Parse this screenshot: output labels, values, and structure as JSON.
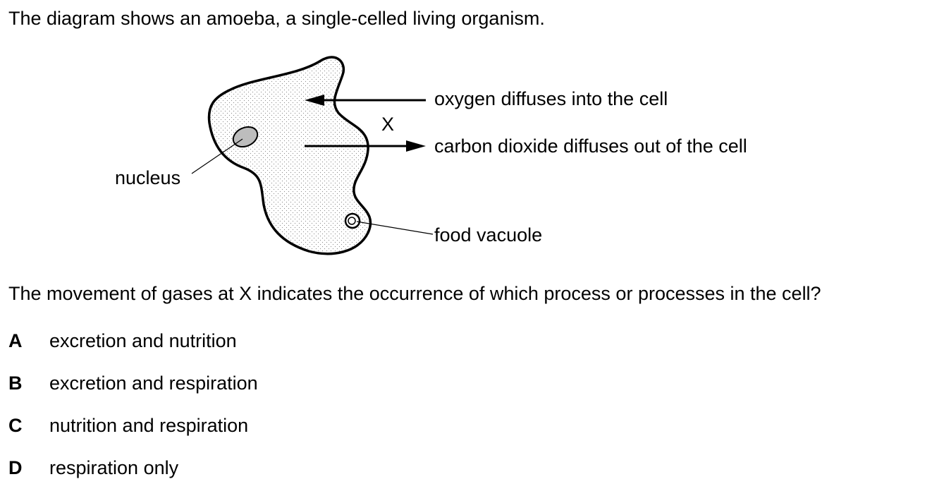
{
  "intro": "The diagram shows an amoeba, a single-celled living organism.",
  "diagram": {
    "labels": {
      "oxygen": "oxygen diffuses into the cell",
      "co2": "carbon dioxide diffuses out of the cell",
      "x": "X",
      "nucleus": "nucleus",
      "vacuole": "food vacuole"
    }
  },
  "question": "The movement of gases at X indicates the occurrence of which process or processes in the cell?",
  "options": [
    {
      "letter": "A",
      "text": "excretion and nutrition"
    },
    {
      "letter": "B",
      "text": "excretion and respiration"
    },
    {
      "letter": "C",
      "text": "nutrition and respiration"
    },
    {
      "letter": "D",
      "text": "respiration only"
    }
  ],
  "colors": {
    "nucleus_fill": "#bdbdbd",
    "stipple": "#8a8a8a",
    "ink": "#000000"
  }
}
